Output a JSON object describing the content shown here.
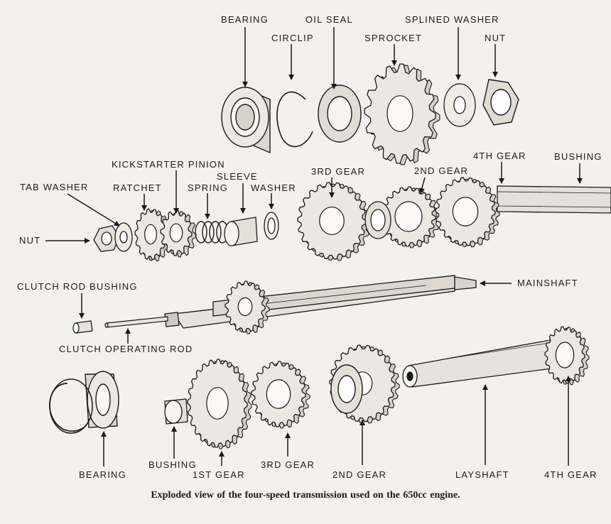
{
  "labels": {
    "bearing_top": "BEARING",
    "oil_seal": "OIL SEAL",
    "splined_washer": "SPLINED WASHER",
    "circlip": "CIRCLIP",
    "sprocket": "SPROCKET",
    "nut_top": "NUT",
    "kickstarter_pinion": "KICKSTARTER PINION",
    "fourth_gear_top": "4TH GEAR",
    "bushing_top": "BUSHING",
    "sleeve": "SLEEVE",
    "third_gear_top": "3RD GEAR",
    "second_gear_top": "2ND GEAR",
    "tab_washer": "TAB WASHER",
    "ratchet": "RATCHET",
    "spring": "SPRING",
    "washer": "WASHER",
    "nut_left": "NUT",
    "clutch_rod_bushing": "CLUTCH ROD BUSHING",
    "mainshaft": "MAINSHAFT",
    "clutch_operating_rod": "CLUTCH OPERATING ROD",
    "bushing_bottom": "BUSHING",
    "bearing_bottom": "BEARING",
    "first_gear": "1ST GEAR",
    "third_gear_bottom": "3RD GEAR",
    "second_gear_bottom": "2ND GEAR",
    "layshaft": "LAYSHAFT",
    "fourth_gear_bottom": "4TH GEAR"
  },
  "caption": "Exploded view of the four-speed transmission used on the 650cc engine."
}
